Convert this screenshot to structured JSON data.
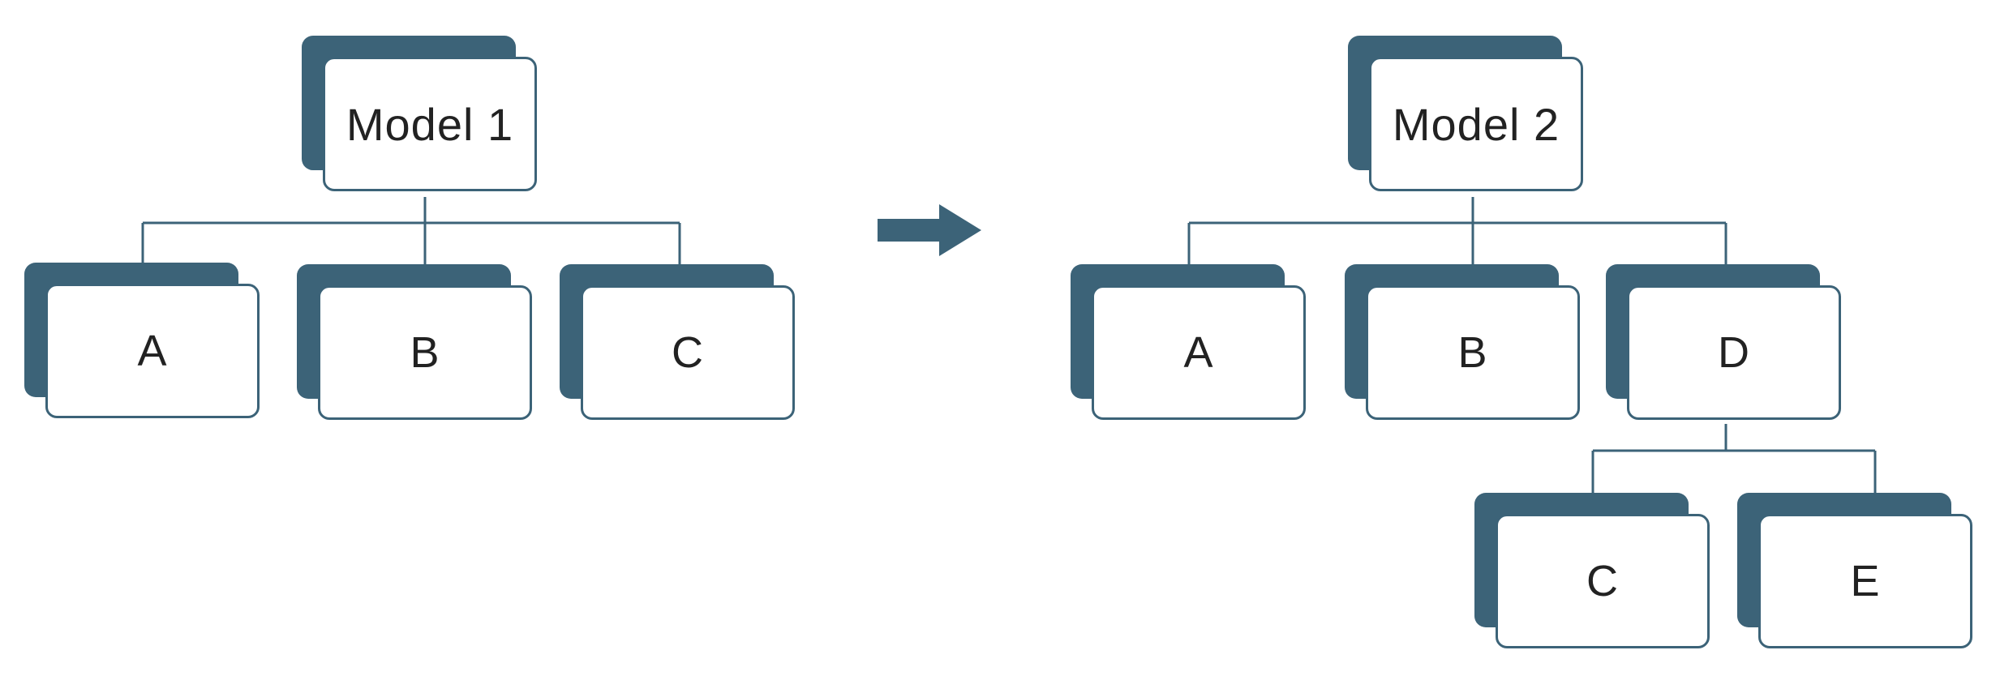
{
  "colors": {
    "accent": "#3c6378",
    "background": "#ffffff",
    "text": "#222222"
  },
  "models": [
    {
      "root": {
        "label": "Model 1"
      },
      "children": [
        {
          "label": "A"
        },
        {
          "label": "B"
        },
        {
          "label": "C"
        }
      ]
    },
    {
      "root": {
        "label": "Model 2"
      },
      "children": [
        {
          "label": "A"
        },
        {
          "label": "B"
        },
        {
          "label": "D",
          "children": [
            {
              "label": "C"
            },
            {
              "label": "E"
            }
          ]
        }
      ]
    }
  ],
  "transition_icon": "right-arrow-icon"
}
